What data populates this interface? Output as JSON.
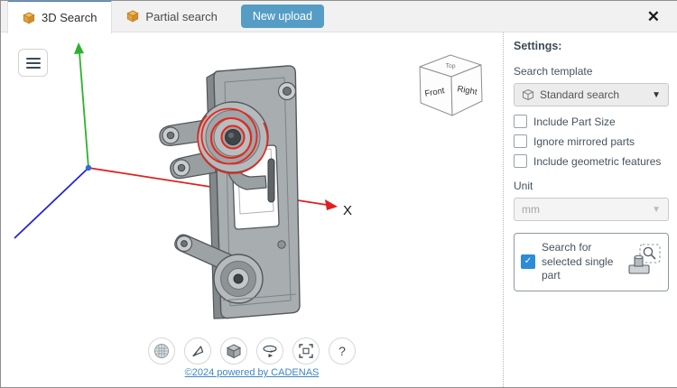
{
  "window": {
    "close_icon": "✕"
  },
  "tab_bar": {
    "tabs": [
      {
        "label": "3D Search"
      },
      {
        "label": "Partial search"
      }
    ],
    "new_upload_label": "New upload"
  },
  "viewport": {
    "x_axis_label": "X",
    "viewcube": {
      "top": "Top",
      "front": "Front",
      "right": "Right"
    },
    "toolbar": {
      "help_label": "?"
    },
    "copyright": "©2024 powered by CADENAS"
  },
  "settings": {
    "title": "Settings:",
    "search_template": {
      "label": "Search template",
      "value": "Standard search"
    },
    "options": [
      {
        "label": "Include Part Size",
        "checked": false
      },
      {
        "label": "Ignore mirrored parts",
        "checked": false
      },
      {
        "label": "Include geometric features",
        "checked": false
      }
    ],
    "unit": {
      "label": "Unit",
      "value": "mm"
    },
    "single_part": {
      "label": "Search for selected single part",
      "checked": true
    }
  },
  "colors": {
    "accent_blue": "#3d85c6",
    "button_blue": "#569dc6",
    "checkbox_checked": "#2d8cd6",
    "highlight_red": "#e8261a",
    "axis_green": "#2eb22e",
    "axis_red": "#e21f1f",
    "axis_blue": "#2525d8",
    "tab_cube_orange": "#e2a23b"
  }
}
